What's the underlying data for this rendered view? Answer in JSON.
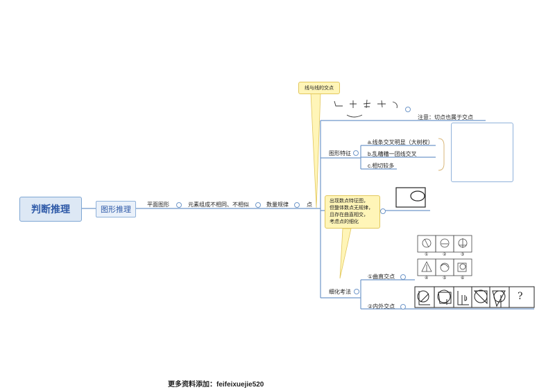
{
  "root": {
    "label": "判断推理"
  },
  "main": {
    "label": "图形推理"
  },
  "chain": {
    "n1": "平面图形",
    "n2": "元素组成不相同、不相似",
    "n3": "数量规律",
    "n4": "点"
  },
  "callout_top": "线与线的交点",
  "note": "注意：切点也属于交点",
  "features": {
    "label": "图形特征",
    "items": [
      "a.线条交叉明显（大树杈）",
      "b.乱糟糟一团线交叉",
      "c.相切较多"
    ]
  },
  "callout_mid": {
    "lines": [
      "出现数点特征图，",
      "但整体数点无规律，",
      "且存在曲直相交，",
      "考虑点的细化"
    ]
  },
  "detail": {
    "label": "细化考法",
    "items": [
      "①曲直交点",
      "②内外交点"
    ]
  },
  "puzzle_labels": [
    "①",
    "②",
    "③",
    "④",
    "⑤",
    "⑥"
  ],
  "question_mark": "?",
  "footer": "更多资料添加：feifeixuejie520",
  "colors": {
    "line": "#6f97c9",
    "callout_fill": "#fff5b8",
    "root_fill": "#dde8f5",
    "bracket": "#d9b77a"
  }
}
